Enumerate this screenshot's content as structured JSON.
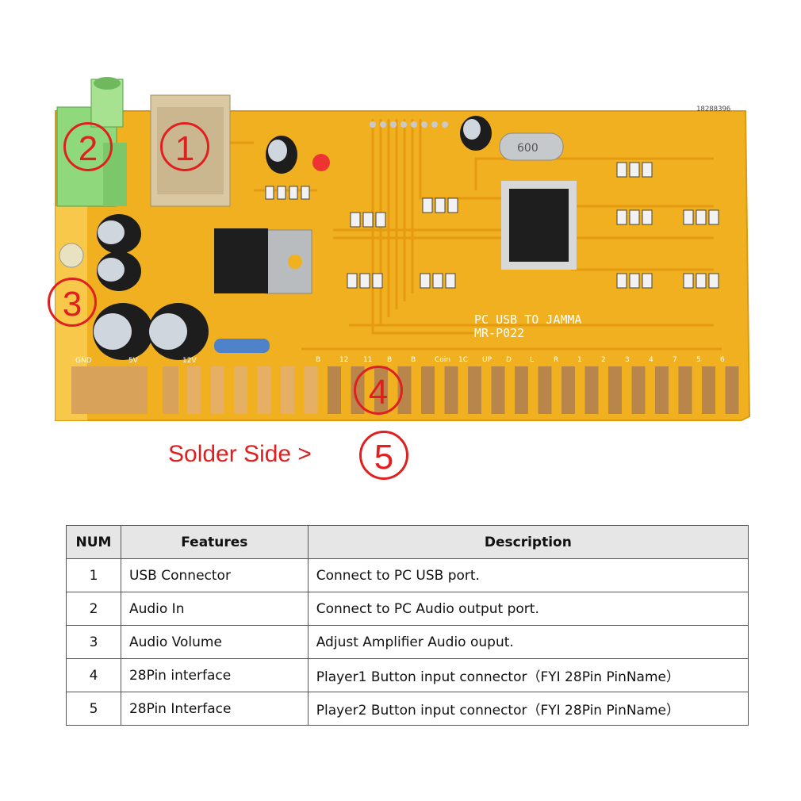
{
  "board": {
    "serial": "18288396",
    "title_line1": "PC USB TO JAMMA",
    "title_line2": "MR-P022",
    "crystal_label": "600",
    "pin_labels_left": [
      "GND",
      "5V",
      "12V"
    ],
    "pin_labels_right": [
      "B",
      "12",
      "11",
      "B",
      "B",
      "Coin",
      "1C",
      "UP",
      "D",
      "L",
      "R",
      "1",
      "2",
      "3",
      "4",
      "7",
      "5",
      "6"
    ],
    "colors": {
      "pcb": "#f0b020",
      "trace": "#e59a10",
      "pad": "#d8a25a",
      "callout": "#e02020",
      "chip": "#1e1e1e",
      "jack": "#8fd87c"
    }
  },
  "callouts": [
    "2",
    "1",
    "3",
    "4",
    "5"
  ],
  "solder_label": "Solder Side >",
  "table": {
    "headers": [
      "NUM",
      "Features",
      "Description"
    ],
    "rows": [
      {
        "num": "1",
        "feature": "USB Connector",
        "description": "Connect to PC USB port."
      },
      {
        "num": "2",
        "feature": "Audio In",
        "description": "Connect to PC Audio output port."
      },
      {
        "num": "3",
        "feature": "Audio Volume",
        "description": "Adjust Amplifier Audio ouput."
      },
      {
        "num": "4",
        "feature": "28Pin interface",
        "description": "Player1 Button input connector（FYI 28Pin PinName）"
      },
      {
        "num": "5",
        "feature": "28Pin Interface",
        "description": "Player2 Button input connector（FYI 28Pin PinName）"
      }
    ]
  }
}
